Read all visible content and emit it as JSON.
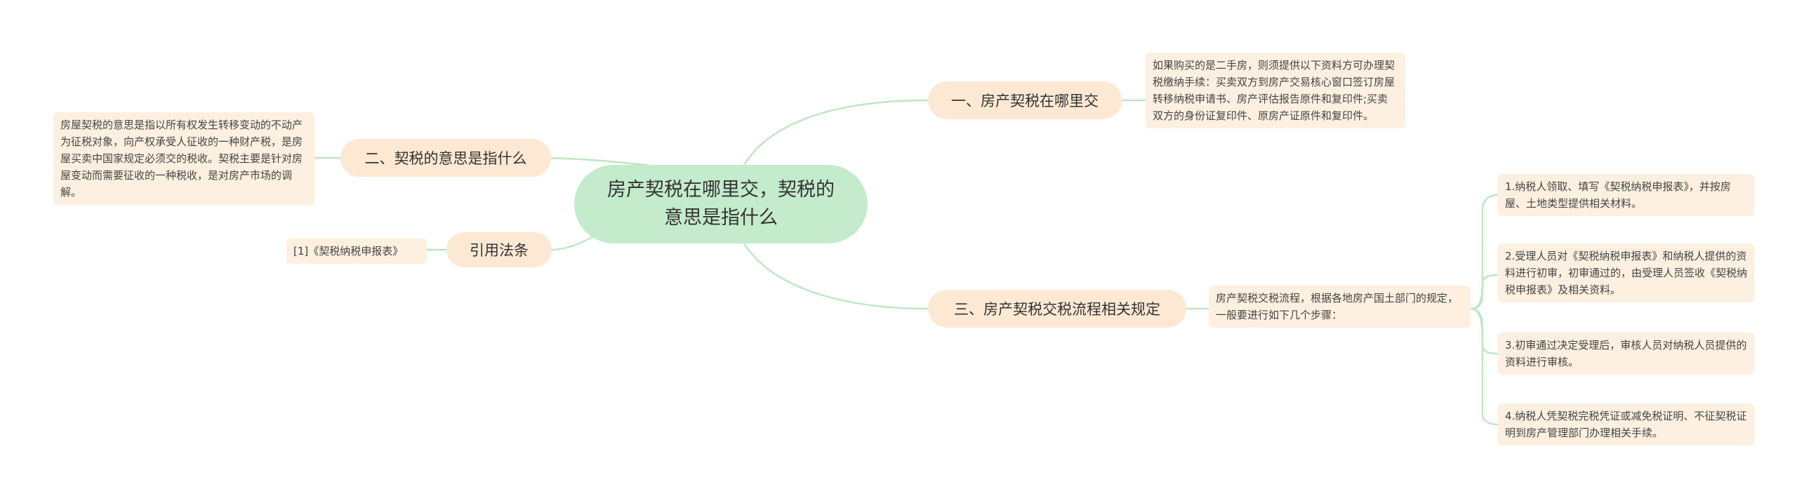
{
  "root": {
    "title": "房产契税在哪里交，契税的意思是指什么"
  },
  "branches": [
    {
      "label": "一、房产契税在哪里交"
    },
    {
      "label": "二、契税的意思是指什么"
    },
    {
      "label": "引用法条"
    },
    {
      "label": "三、房产契税交税流程相关规定"
    }
  ],
  "leaves": {
    "where": "如果购买的是二手房，则须提供以下资料方可办理契税缴纳手续：买卖双方到房产交易核心窗口签订房屋转移纳税申请书、房产评估报告原件和复印件;买卖双方的身份证复印件、原房产证原件和复印件。",
    "meaning": "房屋契税的意思是指以所有权发生转移变动的不动产为征税对象，向产权承受人征收的一种财产税，是房屋买卖中国家规定必须交的税收。契税主要是针对房屋变动而需要征收的一种税收，是对房产市场的调解。",
    "law": "[1]《契税纳税申报表》",
    "process": "房产契税交税流程，根据各地房产国土部门的规定，一般要进行如下几个步骤：",
    "steps": [
      "1.纳税人领取、填写《契税纳税申报表》，并按房屋、土地类型提供相关材料。",
      "2.受理人员对《契税纳税申报表》和纳税人提供的资料进行初审，初审通过的，由受理人员签收《契税纳税申报表》及相关资料。",
      "3.初审通过决定受理后，审核人员对纳税人员提供的资料进行审核。",
      "4.纳税人凭契税完税凭证或减免税证明、不征契税证明到房产管理部门办理相关手续。"
    ]
  }
}
